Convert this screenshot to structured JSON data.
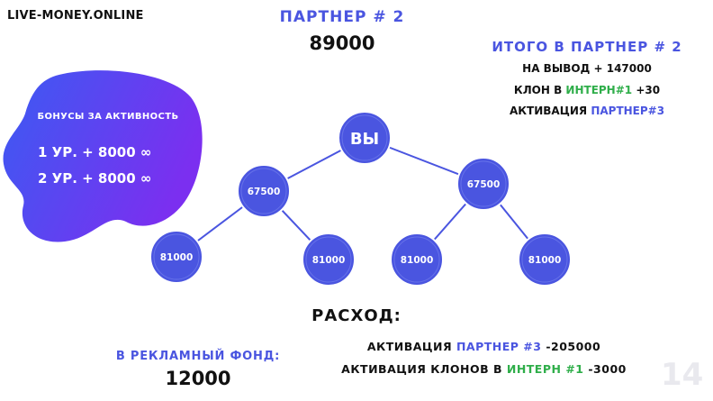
{
  "brand": "LIVE-MONEY.ONLINE",
  "header": {
    "title": "ПАРТНЕР # 2",
    "amount": "89000"
  },
  "totals": {
    "title": "ИТОГО В ПАРТНЕР # 2",
    "withdraw_label": "НА ВЫВОД",
    "withdraw_value": "+ 147000",
    "clone_label": "КЛОН В",
    "clone_highlight": "ИНТЕРН#1",
    "clone_value": "+30",
    "activation_label": "АКТИВАЦИЯ",
    "activation_highlight": "ПАРТНЕР#3"
  },
  "bonus": {
    "title": "БОНУСЫ ЗА АКТИВНОСТЬ",
    "line1": "1 УР. + 8000 ∞",
    "line2": "2 УР. + 8000 ∞"
  },
  "tree": {
    "root": "ВЫ",
    "level1": [
      "67500",
      "67500"
    ],
    "level2": [
      "81000",
      "81000",
      "81000",
      "81000"
    ]
  },
  "expense": {
    "title": "РАСХОД:",
    "line1_label": "АКТИВАЦИЯ",
    "line1_highlight": "ПАРТНЕР #3",
    "line1_value": "-205000",
    "line2_label": "АКТИВАЦИЯ КЛОНОВ В",
    "line2_highlight": "ИНТЕРН #1",
    "line2_value": "-3000"
  },
  "fund": {
    "title": "В РЕКЛАМНЫЙ ФОНД:",
    "amount": "12000"
  },
  "page_number": "14",
  "colors": {
    "accent": "#4a55e0",
    "green": "#2fae4a",
    "node": "#4a55e0",
    "blob_start": "#3b5bf2",
    "blob_end": "#7b2ff0"
  }
}
